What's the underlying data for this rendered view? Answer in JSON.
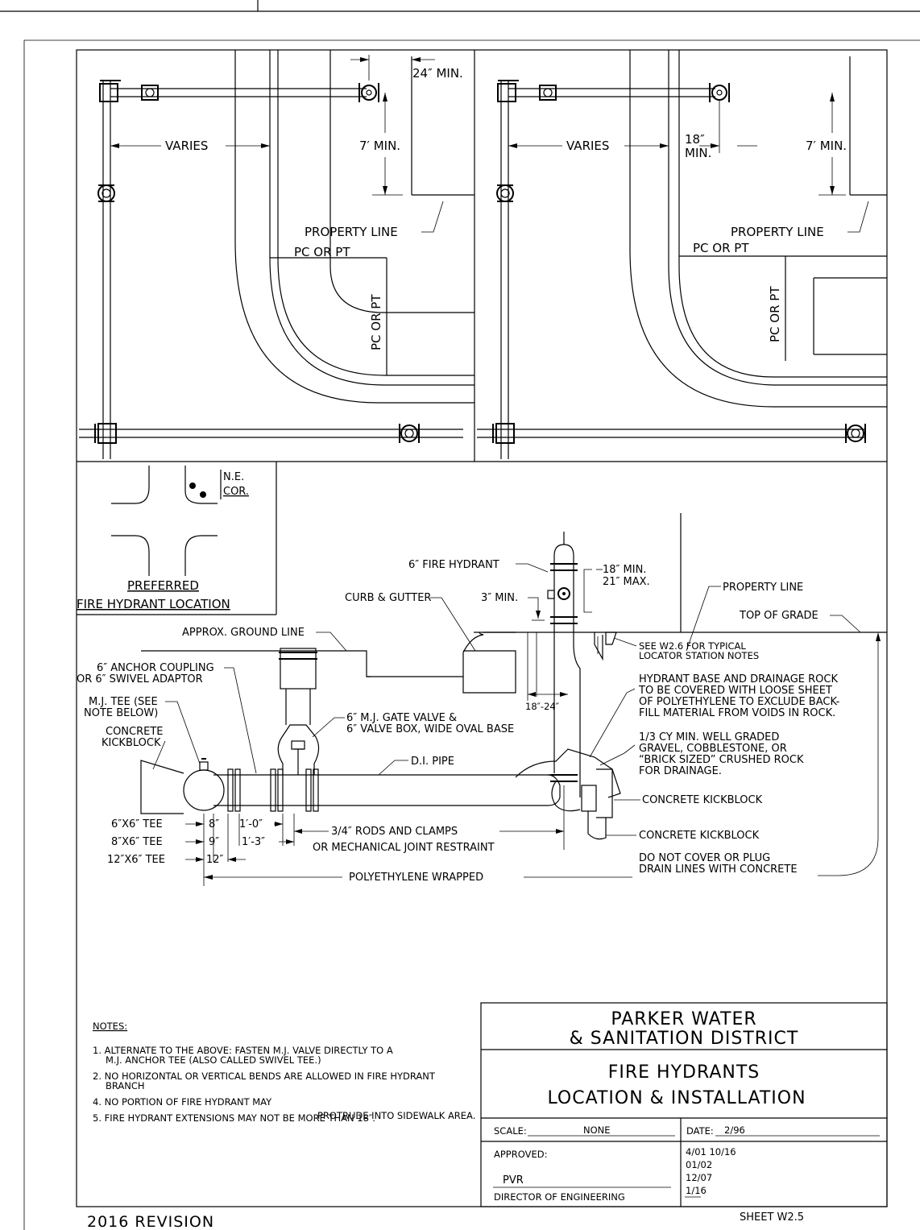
{
  "plan_left": {
    "varies": "VARIES",
    "min24": "24″ MIN.",
    "min7": "7′ MIN.",
    "property_line": "PROPERTY LINE",
    "pc_pt_h": "PC OR PT",
    "pc_pt_v": "PC OR PT"
  },
  "plan_right": {
    "varies": "VARIES",
    "min18_a": "18″",
    "min18_b": "MIN.",
    "min7": "7′ MIN.",
    "property_line": "PROPERTY LINE",
    "pc_pt_h": "PC OR PT",
    "pc_pt_v": "PC OR PT"
  },
  "inset": {
    "ne_a": "N.E.",
    "ne_b": "COR.",
    "preferred": "PREFERRED",
    "location": "FIRE HYDRANT LOCATION"
  },
  "section": {
    "fire_hydrant": "6″ FIRE HYDRANT",
    "min18": "18″ MIN.",
    "max21": "21″ MAX.",
    "min3": "3″ MIN.",
    "curb_gutter": "CURB & GUTTER",
    "property_line": "PROPERTY LINE",
    "top_of_grade": "TOP OF GRADE",
    "ground_line": "APPROX. GROUND LINE",
    "see_w26_a": "SEE W2.6 FOR TYPICAL",
    "see_w26_b": "LOCATOR STATION NOTES",
    "anchor_a": "6″ ANCHOR COUPLING",
    "anchor_b": "OR 6″ SWIVEL ADAPTOR",
    "mj_tee_a": "M.J. TEE (SEE",
    "mj_tee_b": "NOTE BELOW)",
    "conc_kick_a": "CONCRETE",
    "conc_kick_b": "KICKBLOCK",
    "base_1": "HYDRANT BASE AND DRAINAGE ROCK",
    "base_2": "TO BE COVERED WITH LOOSE SHEET",
    "base_3": "OF POLYETHYLENE TO EXCLUDE BACK-",
    "base_4": "FILL MATERIAL FROM VOIDS IN ROCK.",
    "dim_18_24": "18″-24″",
    "gate_a": "6″ M.J. GATE VALVE &",
    "gate_b": "6″ VALVE BOX, WIDE OVAL BASE",
    "rock_1": "1/3 CY MIN. WELL GRADED",
    "rock_2": "GRAVEL, COBBLESTONE, OR",
    "rock_3": "“BRICK SIZED” CRUSHED ROCK",
    "rock_4": "FOR DRAINAGE.",
    "di_pipe": "D.I. PIPE",
    "kick1": "CONCRETE KICKBLOCK",
    "kick2": "CONCRETE KICKBLOCK",
    "tee1": "6″X6″ TEE",
    "tee2": "8″X6″ TEE",
    "tee3": "12″X6″ TEE",
    "d8": "8″",
    "d9": "9″",
    "d12": "12″",
    "d10": "1′-0″",
    "d13": "1′-3″",
    "rods_a": "3/4″ RODS AND CLAMPS",
    "rods_b": "OR MECHANICAL JOINT RESTRAINT",
    "drain_a": "DO NOT COVER OR PLUG",
    "drain_b": "DRAIN LINES WITH CONCRETE",
    "poly": "POLYETHYLENE WRAPPED"
  },
  "notes": {
    "heading": "NOTES:",
    "n1a": "1. ALTERNATE TO THE ABOVE:  FASTEN M.J. VALVE DIRECTLY TO A",
    "n1b": "M.J. ANCHOR TEE (ALSO CALLED SWIVEL TEE.)",
    "n2a": "2. NO HORIZONTAL OR VERTICAL BENDS ARE ALLOWED IN FIRE HYDRANT",
    "n2b": "BRANCH",
    "n4": "4. NO PORTION OF FIRE HYDRANT MAY",
    "n5": "5. FIRE HYDRANT EXTENSIONS MAY NOT BE MORE THAN 18″.",
    "n4b": "PROTRUDE INTO SIDEWALK AREA."
  },
  "title_block": {
    "org_a": "PARKER WATER",
    "org_b": "& SANITATION DISTRICT",
    "title_a": "FIRE HYDRANTS",
    "title_b": "LOCATION & INSTALLATION",
    "scale_label": "SCALE:",
    "scale_value": "NONE",
    "date_label": "DATE:",
    "date_value": "2/96",
    "approved_label": "APPROVED:",
    "approved_value": "PVR",
    "director": "DIRECTOR OF ENGINEERING",
    "rev1": "4/01   10/16",
    "rev2": "01/02",
    "rev3": "12/07",
    "rev4": "1/16",
    "sheet": "SHEET W2.5"
  },
  "footer": {
    "revision": "2016 REVISION"
  }
}
